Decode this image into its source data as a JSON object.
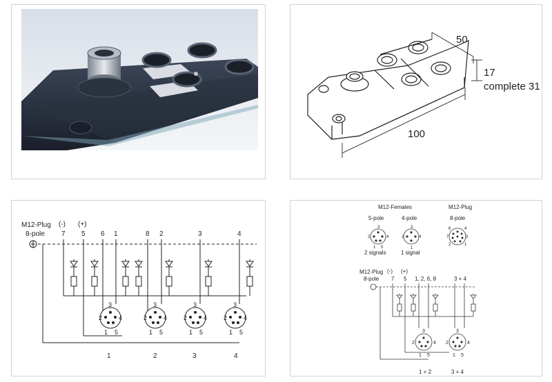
{
  "dimensions": {
    "width": "50",
    "height": "17",
    "complete": "complete 31",
    "length": "100"
  },
  "wiring_main": {
    "plug": "M12-Plug",
    "poles": "8-pole",
    "neg": "(-)",
    "pos": "(+)",
    "pin_top": [
      "7",
      "5",
      "6",
      "1",
      "8",
      "2",
      "3",
      "4"
    ],
    "sockets": [
      "1",
      "2",
      "3",
      "4"
    ],
    "pin_3": "3",
    "pin_2": "2",
    "pin_4": "4",
    "pin_1": "1",
    "pin_5": "5"
  },
  "wiring_small": {
    "females": "M12-Females",
    "plug": "M12-Plug",
    "f5": "5-pole",
    "f4": "4-pole",
    "p8": "8-pole",
    "sig2": "2 signals",
    "sig1": "1 signal",
    "plug2": "M12-Plug",
    "poles2": "8-pole",
    "neg": "(-)",
    "pos": "(+)",
    "n7": "7",
    "n5": "5",
    "grp": "1, 2, 6, 8",
    "grp2": "3 + 4",
    "s12": "1 + 2",
    "s34": "3 + 4",
    "d1": "1",
    "d2": "2",
    "d3": "3",
    "d4": "4",
    "d5": "5",
    "d6": "6",
    "d7": "7",
    "d8": "8"
  }
}
